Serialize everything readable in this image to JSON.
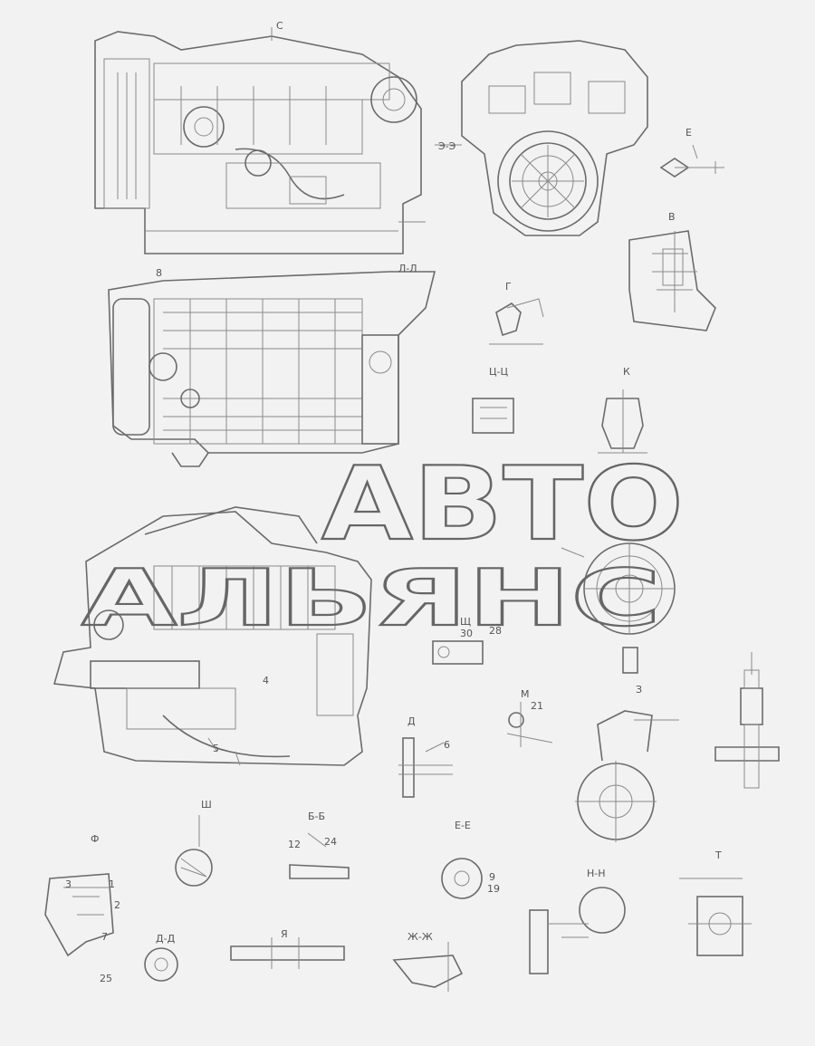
{
  "watermark": {
    "line1": "АВТО",
    "line2": "АЛЬЯНС"
  },
  "view_labels": [
    "Ф",
    "Б-Б",
    "Я",
    "Ж-Ж",
    "Д-Д",
    "Ш",
    "Е-Е",
    "Щ",
    "М",
    "З",
    "Н-Н",
    "Т",
    "Ц-Ц",
    "К",
    "В",
    "Г",
    "Е",
    "Д",
    "Л-Л",
    "С",
    "Э-Э"
  ],
  "part_numbers": [
    "1",
    "2",
    "3",
    "4",
    "5",
    "6",
    "7",
    "8",
    "9",
    "12",
    "19",
    "21",
    "24",
    "25",
    "28",
    "30"
  ],
  "colors": {
    "line": "#6b6b6b",
    "background": "#f2f2f2"
  }
}
